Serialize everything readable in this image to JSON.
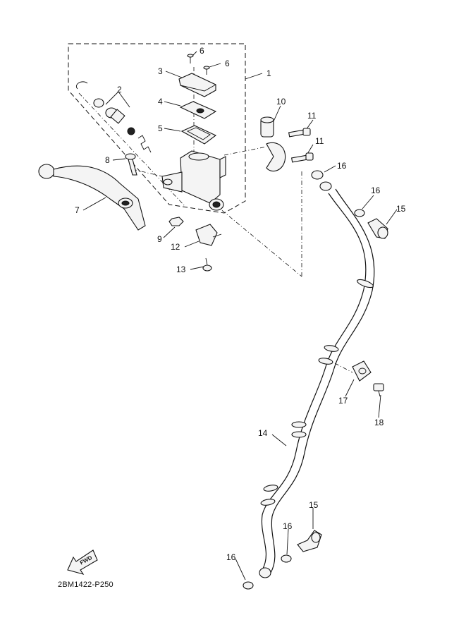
{
  "callouts": {
    "c1": "1",
    "c2": "2",
    "c3": "3",
    "c4": "4",
    "c5": "5",
    "c6a": "6",
    "c6b": "6",
    "c7": "7",
    "c8": "8",
    "c9": "9",
    "c10": "10",
    "c11a": "11",
    "c11b": "11",
    "c12": "12",
    "c13": "13",
    "c14": "14",
    "c15a": "15",
    "c15b": "15",
    "c16a": "16",
    "c16b": "16",
    "c16c": "16",
    "c16d": "16",
    "c17": "17",
    "c18": "18"
  },
  "fwd_label": "FWD",
  "diagram_code": "2BM1422-P250"
}
